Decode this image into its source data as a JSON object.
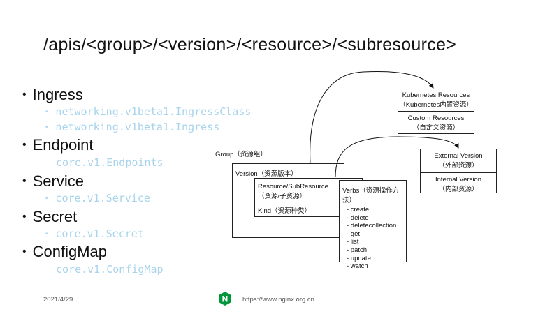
{
  "title": "/apis/<group>/<version>/<resource>/<subresource>",
  "bullets": [
    {
      "label": "Ingress",
      "subs": [
        "networking.v1beta1.IngressClass",
        "networking.v1beta1.Ingress"
      ]
    },
    {
      "label": "Endpoint",
      "subs": [
        "core.v1.Endpoints"
      ]
    },
    {
      "label": "Service",
      "subs": [
        "core.v1.Service"
      ]
    },
    {
      "label": "Secret",
      "subs": [
        "core.v1.Secret"
      ]
    },
    {
      "label": "ConfigMap",
      "subs": [
        "core.v1.ConfigMap"
      ]
    }
  ],
  "diagram": {
    "group": "Group（资源组）",
    "version": "Version（资源版本）",
    "resource": "Resource/SubResource",
    "resource_cn": "（资源/子资源）",
    "kind": "Kind（资源种类）",
    "verbs_title": "Verbs（资源操作方法）",
    "verbs": [
      "- create",
      "- delete",
      "- deletecollection",
      "- get",
      "- list",
      "- patch",
      "- update",
      "- watch"
    ],
    "k8s_res": "Kubernetes Resources",
    "k8s_res_cn": "（Kubernetes内置资源）",
    "custom_res": "Custom Resources",
    "custom_res_cn": "（自定义资源）",
    "ext_ver": "External Version",
    "ext_ver_cn": "（外部资源）",
    "int_ver": "Internal Version",
    "int_ver_cn": "（内部资源）"
  },
  "footer": {
    "date": "2021/4/29",
    "url": "https://www.nginx.org.cn",
    "logo_letter": "N"
  }
}
